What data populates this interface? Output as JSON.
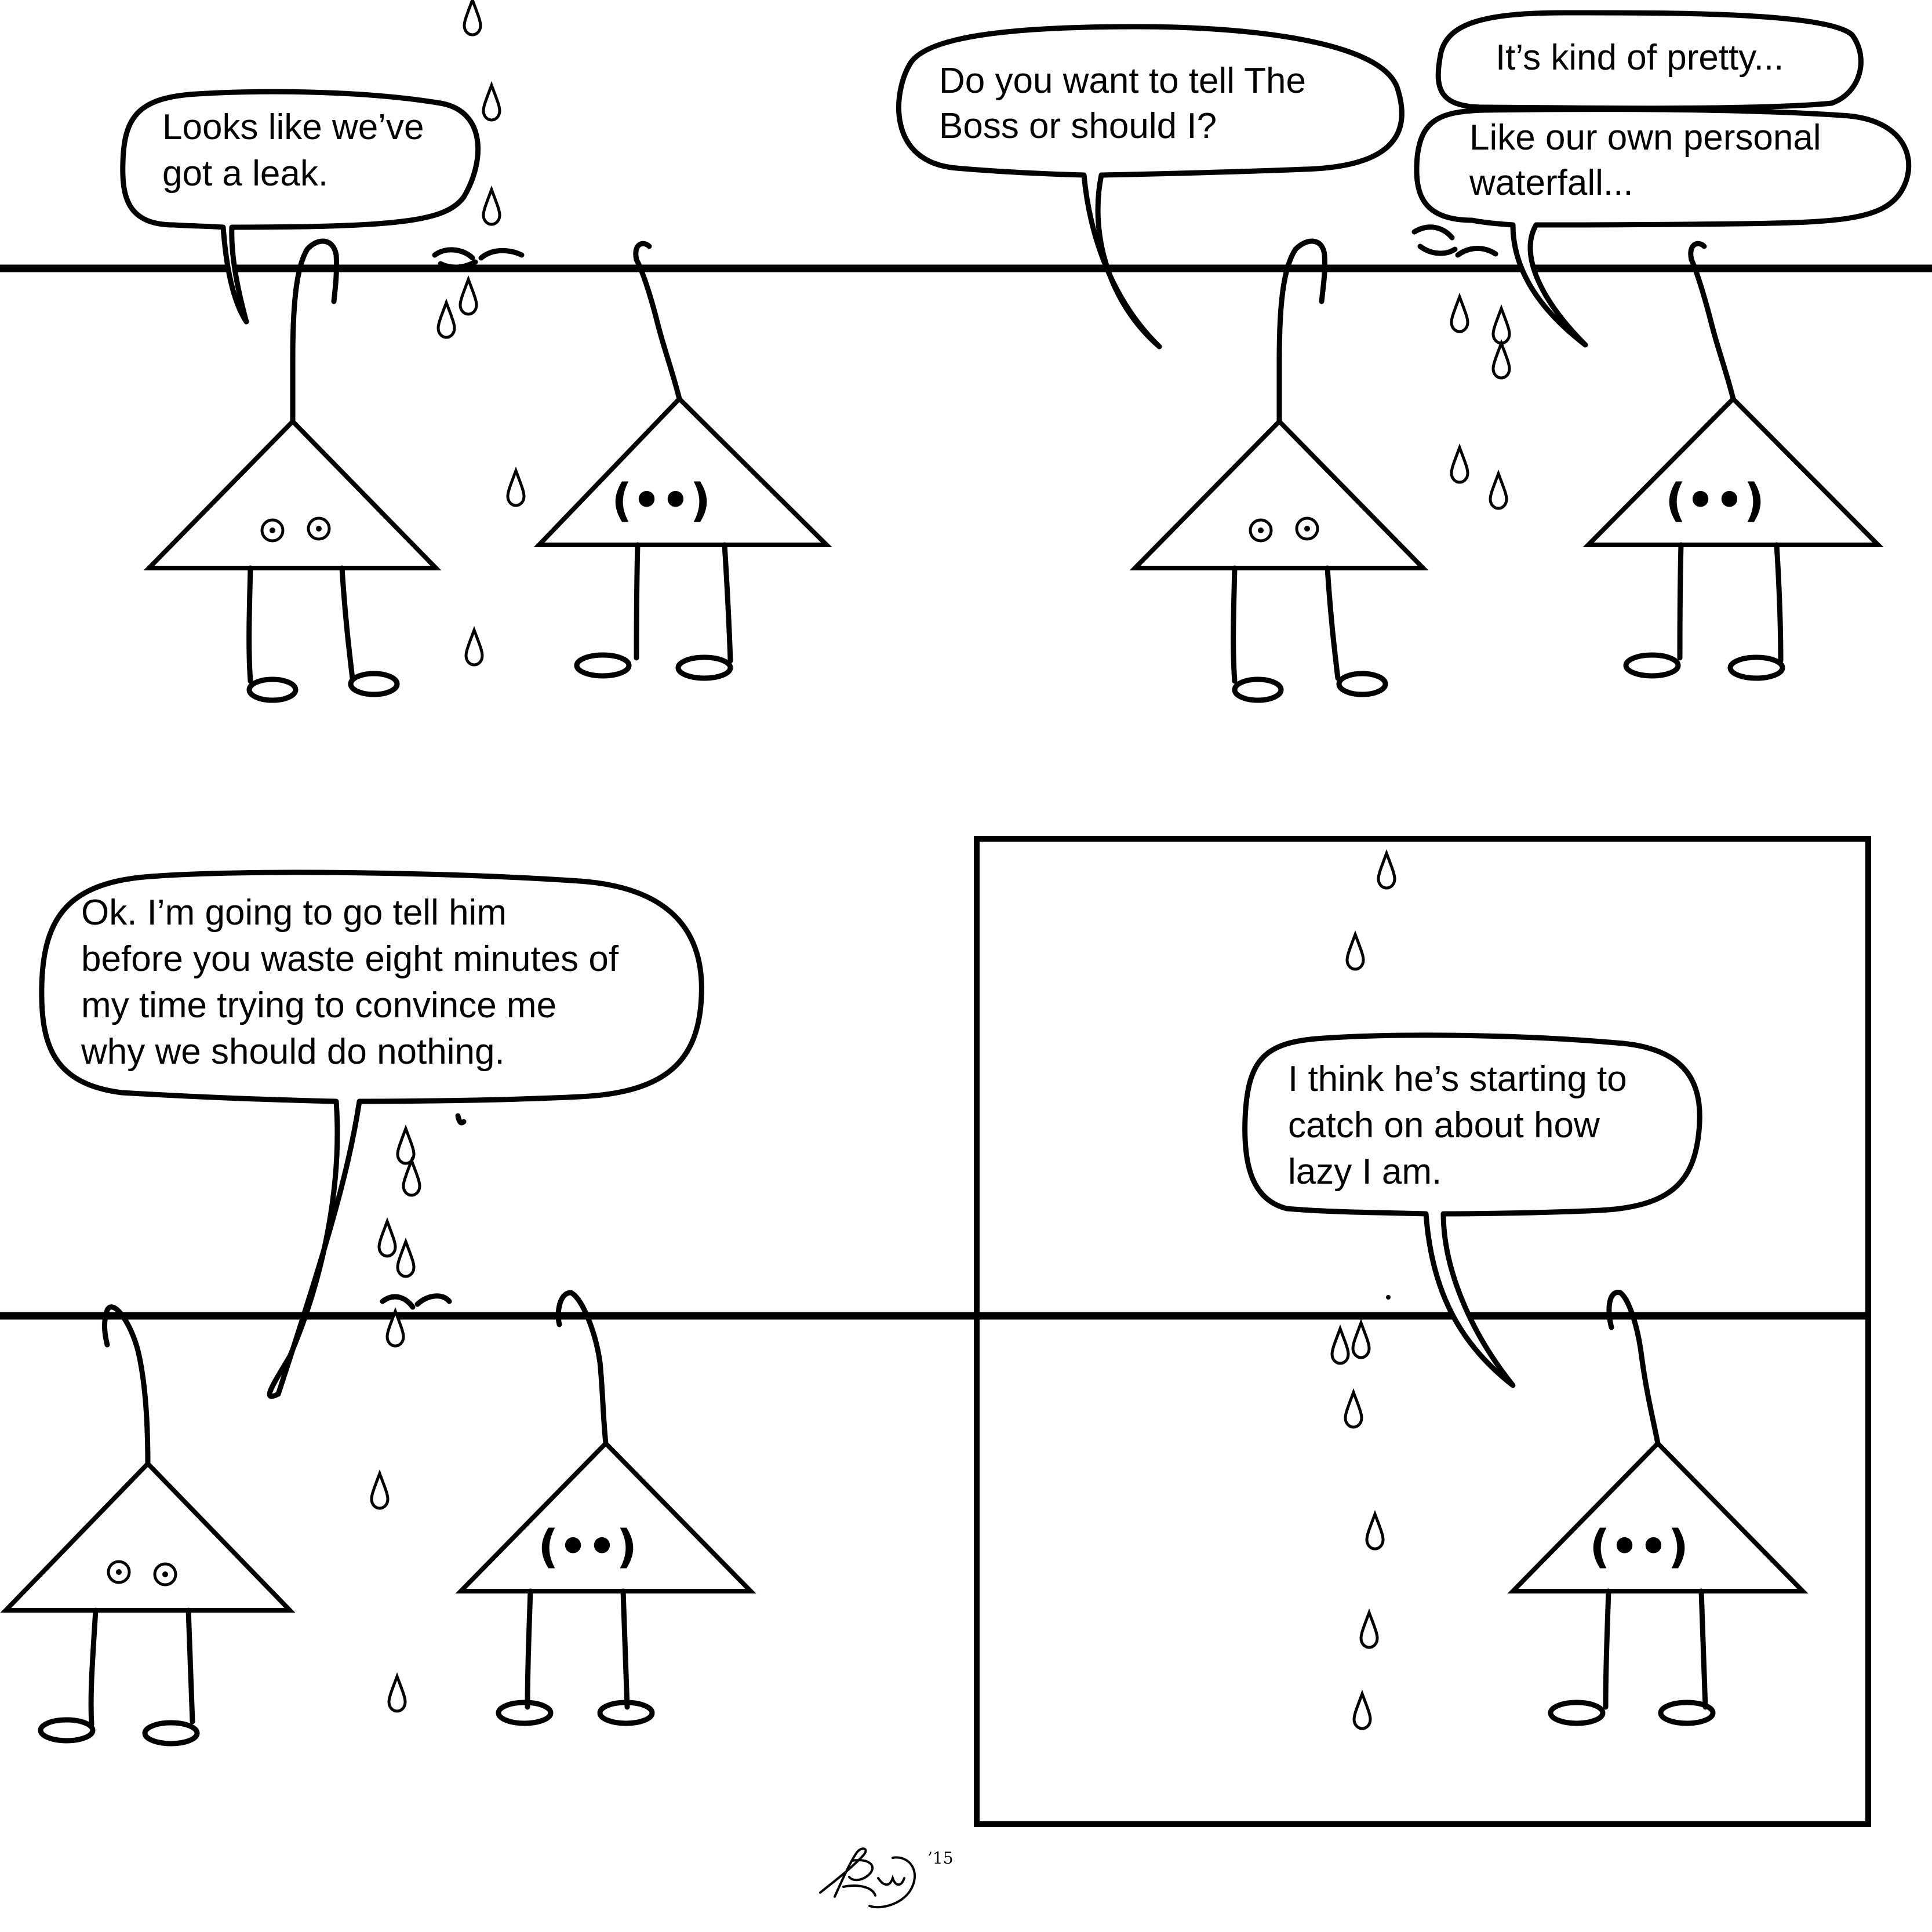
{
  "bubbles": {
    "p1": [
      "Looks like we’ve",
      "got a leak."
    ],
    "p2": [
      "Do you want to tell The",
      "Boss or should I?"
    ],
    "p2b_top": [
      "It’s kind of pretty..."
    ],
    "p2b_main": [
      "Like our own personal",
      "waterfall..."
    ],
    "p3": [
      "Ok. I’m going to go tell him",
      "before you waste eight minutes of",
      "my time trying to convince me",
      "why we should do nothing."
    ],
    "p4": [
      "I think he’s starting to",
      "catch on about how",
      "lazy I am."
    ]
  },
  "faces": {
    "smug": "(••)"
  },
  "signature": {
    "year": "’15"
  }
}
